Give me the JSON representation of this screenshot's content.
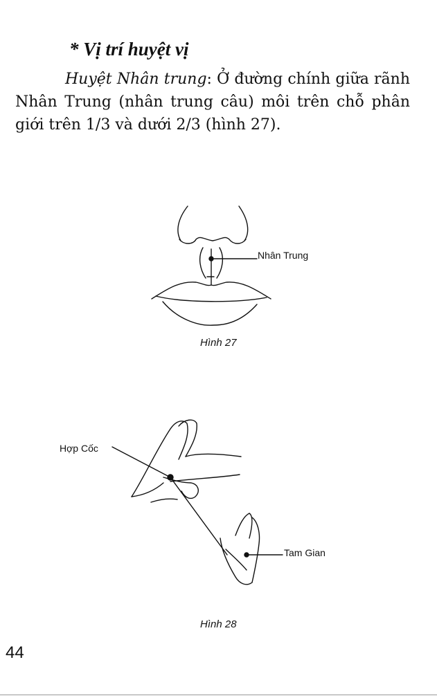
{
  "heading": "* Vị trí huyệt vị",
  "paragraph": {
    "point_name": "Huyệt Nhân trung",
    "text": ": Ở đường chính giữa rãnh Nhân Trung (nhân trung câu) môi trên chỗ phân giới trên 1/3 và dưới 2/3 (hình 27)."
  },
  "figure27": {
    "label": "Nhân Trung",
    "caption": "Hình 27"
  },
  "figure28": {
    "label_left": "Hợp Cốc",
    "label_right": "Tam Gian",
    "caption": "Hình 28"
  },
  "page_number": "44"
}
